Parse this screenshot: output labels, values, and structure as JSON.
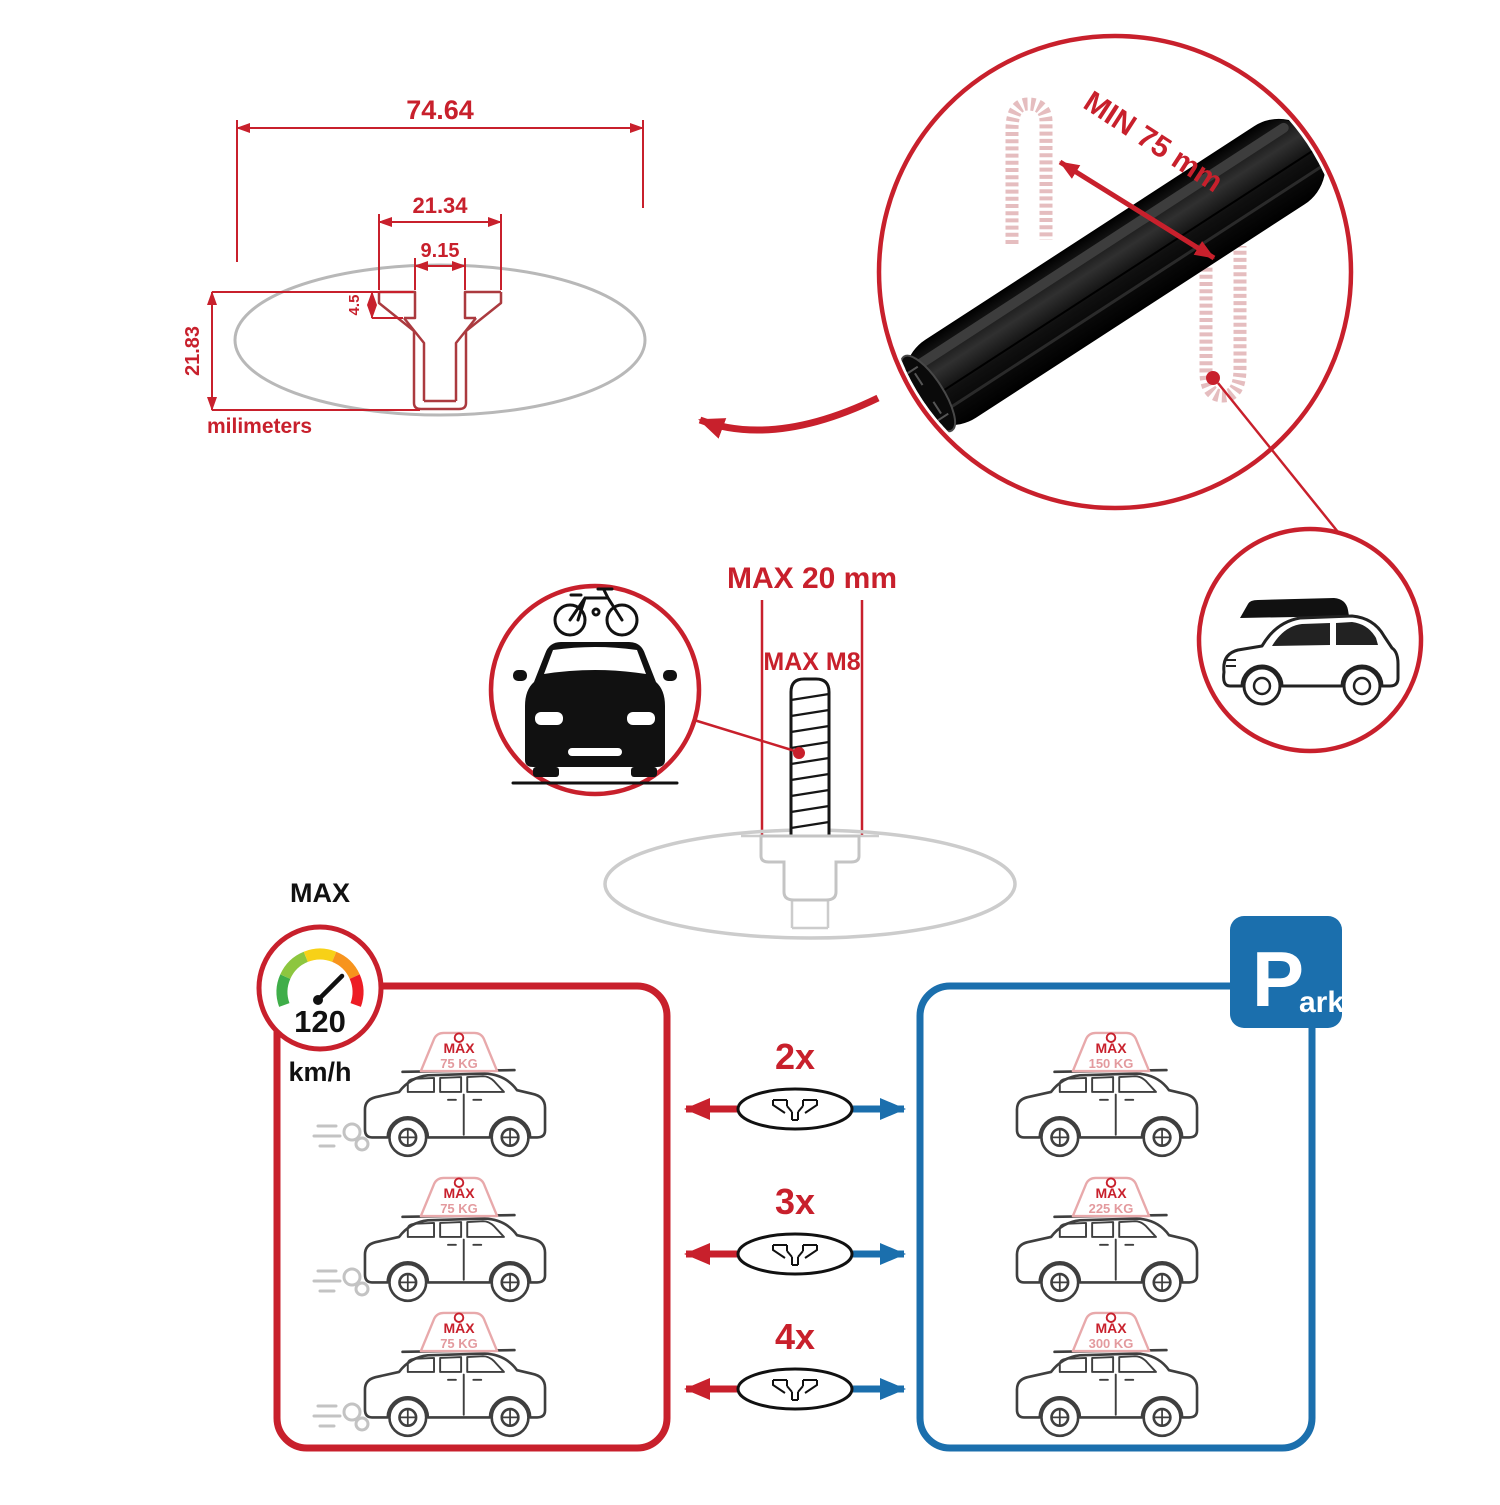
{
  "colors": {
    "red": "#c8202c",
    "dark_red": "#ab3a3f",
    "blue": "#1b6fad",
    "pink": "#e8a9ab",
    "black": "#111111",
    "gray": "#b8b8b8"
  },
  "tech_drawing": {
    "total_width": "74.64",
    "slot_outer": "21.34",
    "slot_inner": "9.15",
    "lip_depth": "4.5",
    "total_height": "21.83",
    "units": "milimeters"
  },
  "bar_circle": {
    "min_span": "MIN 75 mm"
  },
  "bolt": {
    "max_width": "MAX 20 mm",
    "max_thread": "MAX M8"
  },
  "speed_gauge": {
    "label": "MAX",
    "value": "120",
    "unit": "km/h"
  },
  "driving": {
    "cars": [
      {
        "label": "MAX",
        "value": "75 KG"
      },
      {
        "label": "MAX",
        "value": "75 KG"
      },
      {
        "label": "MAX",
        "value": "75 KG"
      }
    ]
  },
  "bar_options": [
    {
      "count": "2x"
    },
    {
      "count": "3x"
    },
    {
      "count": "4x"
    }
  ],
  "parked": {
    "sign_p": "P",
    "sign_suffix": "ark",
    "cars": [
      {
        "label": "MAX",
        "value": "150 KG"
      },
      {
        "label": "MAX",
        "value": "225 KG"
      },
      {
        "label": "MAX",
        "value": "300 KG"
      }
    ]
  }
}
